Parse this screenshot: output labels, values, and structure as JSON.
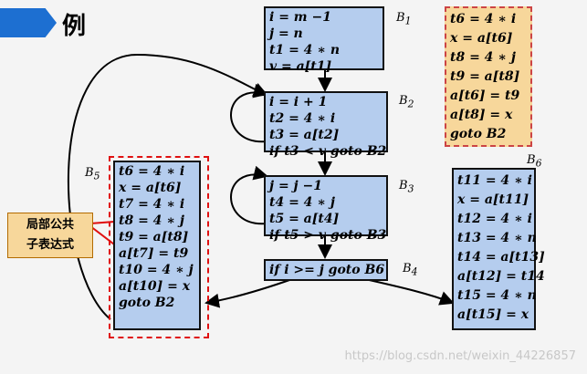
{
  "title": "例",
  "blocks": {
    "b1": {
      "label": "B",
      "sub": "1",
      "lines": [
        "i = m −1",
        "j = n",
        "t1 = 4 ∗ n",
        "v = a[t1]"
      ]
    },
    "b2": {
      "label": "B",
      "sub": "2",
      "lines": [
        "i = i + 1",
        "t2 = 4 ∗ i",
        "t3 = a[t2]",
        "if t3 < v goto B2"
      ]
    },
    "b3": {
      "label": "B",
      "sub": "3",
      "lines": [
        "j = j −1",
        "t4 = 4 ∗ j",
        "t5 = a[t4]",
        "if t5 > v goto B3"
      ]
    },
    "b4": {
      "label": "B",
      "sub": "4",
      "lines": [
        "if i >= j goto B6"
      ]
    },
    "b5": {
      "label": "B",
      "sub": "5",
      "lines": [
        "t6 = 4 ∗ i",
        "x = a[t6]",
        "t7 = 4 ∗ i",
        "t8 = 4 ∗ j",
        "t9 = a[t8]",
        "a[t7] = t9",
        "t10 = 4 ∗ j",
        "a[t10] = x",
        "goto B2"
      ]
    },
    "b6": {
      "label": "B",
      "sub": "6",
      "lines": [
        "t11 = 4 ∗ i",
        "x = a[t11]",
        "t12 = 4 ∗ i",
        "t13 = 4 ∗ n",
        "t14 = a[t13]",
        "a[t12] = t14",
        "t15 = 4 ∗ n",
        "a[t15] = x"
      ]
    },
    "optimized": {
      "lines": [
        "t6 = 4 ∗ i",
        "x = a[t6]",
        "t8 = 4 ∗ j",
        "t9 = a[t8]",
        "a[t6] = t9",
        "a[t8] = x",
        "goto B2"
      ]
    }
  },
  "callout": {
    "line1": "局部公共",
    "line2": "子表达式"
  },
  "watermark": "https://blog.csdn.net/weixin_44226857",
  "colors": {
    "block_fill": "#b5cdee",
    "highlight_fill": "#f7d79b",
    "red": "#e01010",
    "title_bar": "#1d6fd1"
  }
}
